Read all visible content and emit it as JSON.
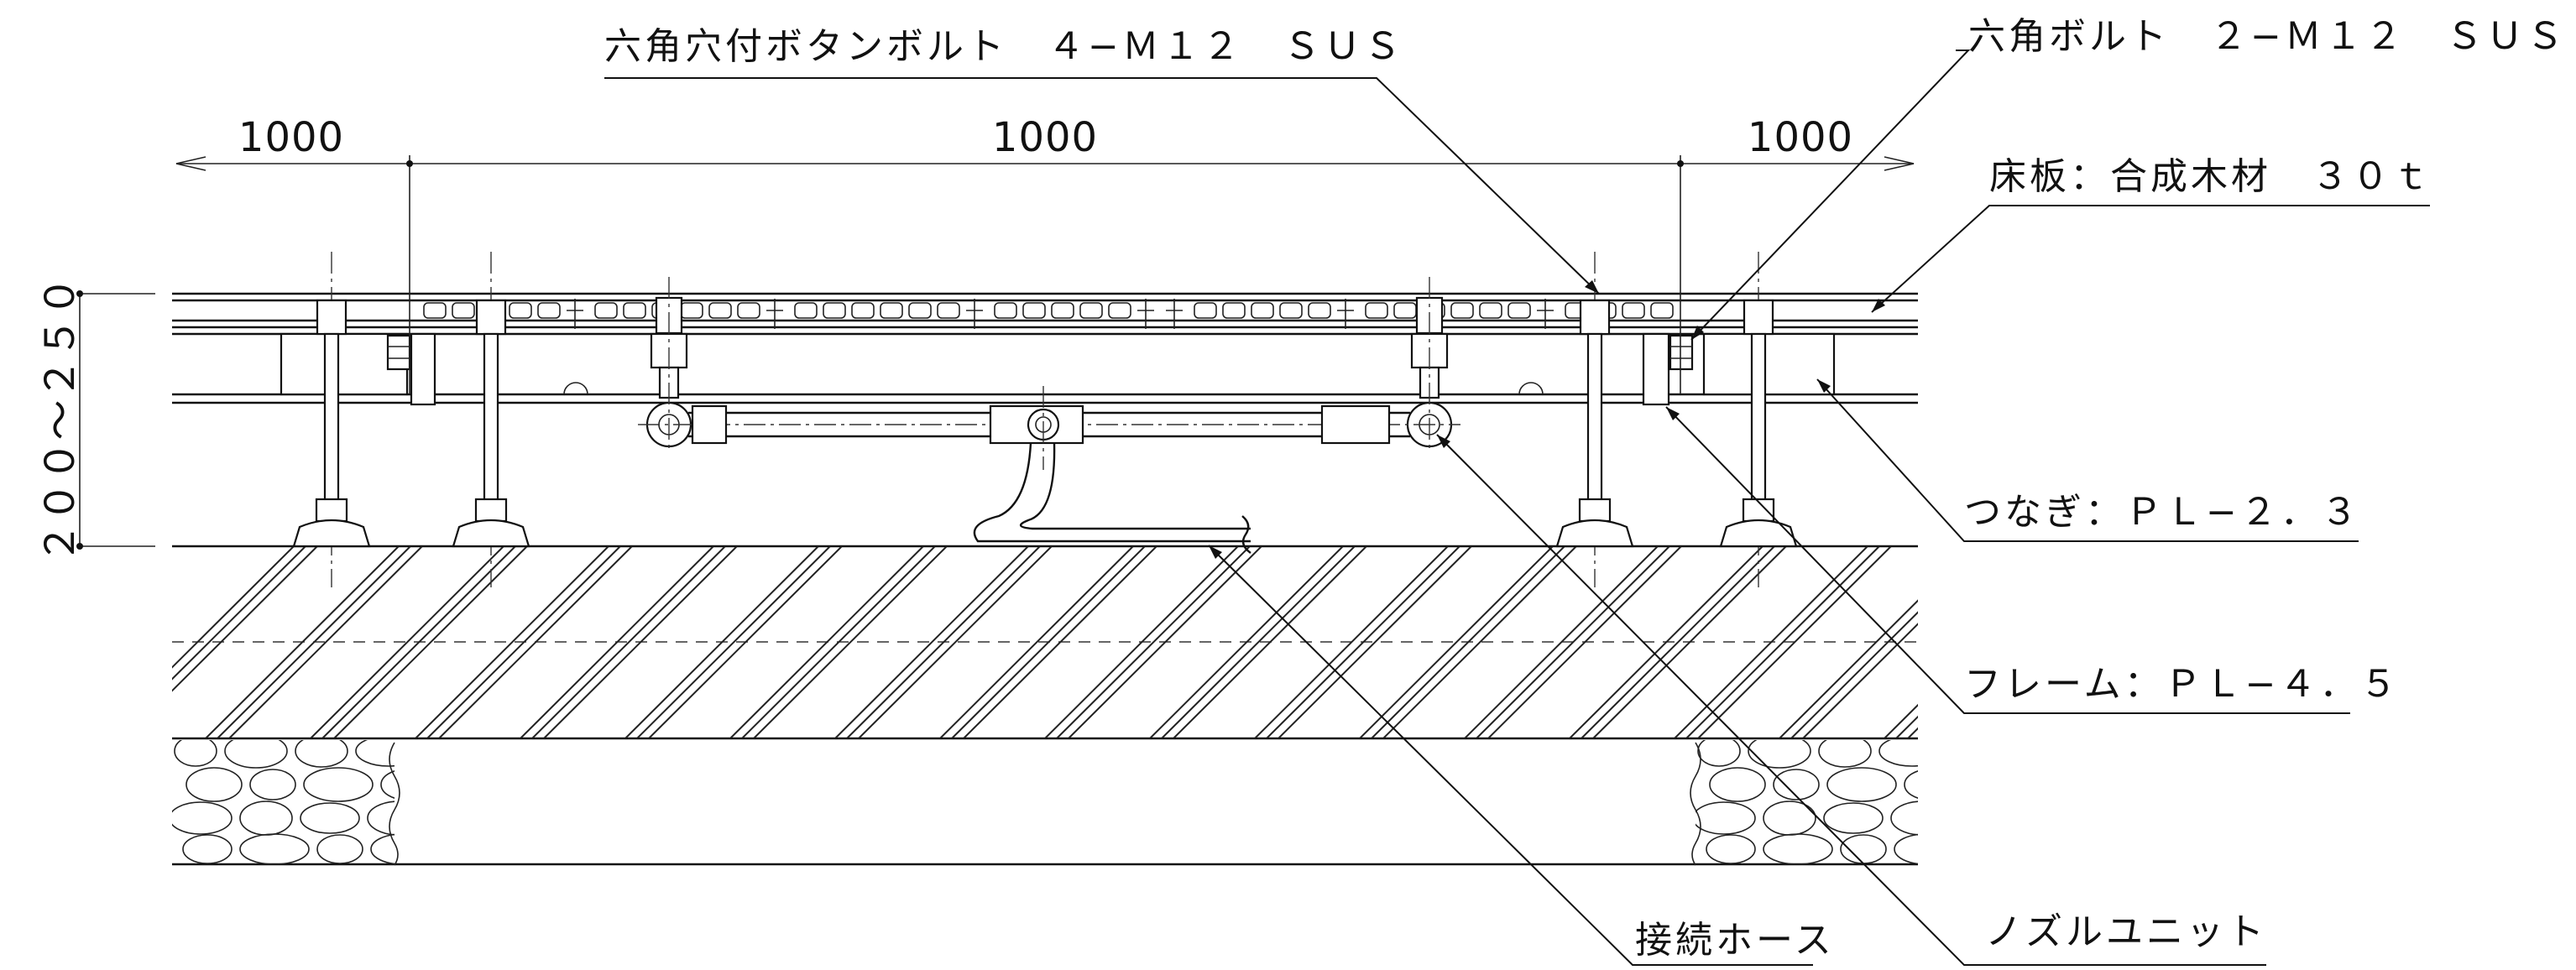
{
  "labels": {
    "button_bolt": "六角穴付ボタンボルト　４−Ｍ１２　ＳＵＳ",
    "hex_bolt": "六角ボルト　２−Ｍ１２　ＳＵＳ",
    "floor_board": "床板：合成木材　３０ｔ",
    "joint": "つなぎ：ＰＬ−２．３",
    "frame": "フレーム：ＰＬ−４．５",
    "hose": "接続ホース",
    "nozzle_unit": "ノズルユニット",
    "height_range": "２００〜２５０"
  },
  "dimensions": {
    "left_span": "1000",
    "center_span": "1000",
    "right_span": "1000"
  }
}
